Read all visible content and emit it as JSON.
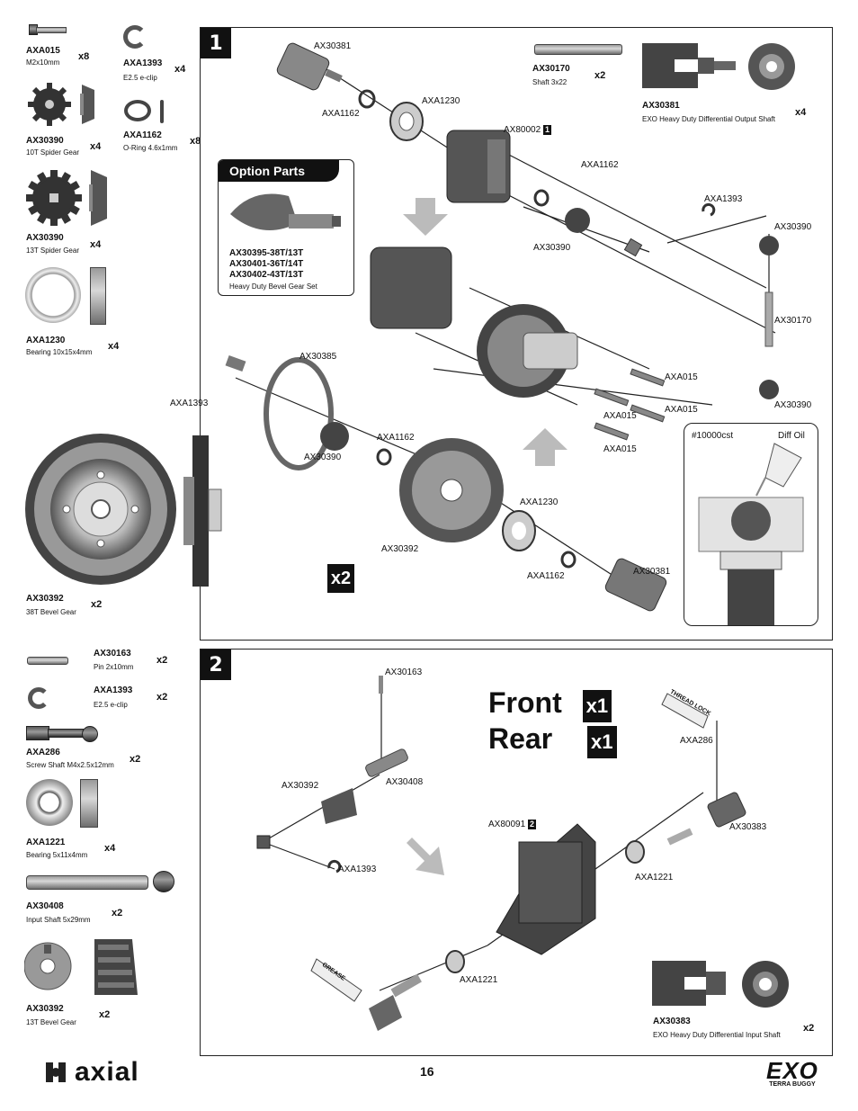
{
  "left_parts_top": [
    {
      "code": "AXA015",
      "desc": "M2x10mm",
      "qty": "x8"
    },
    {
      "code": "AXA1393",
      "desc": "E2.5 e-clip",
      "qty": "x4"
    },
    {
      "code": "AX30390",
      "desc": "10T Spider Gear",
      "qty": "x4"
    },
    {
      "code": "AXA1162",
      "desc": "O-Ring 4.6x1mm",
      "qty": "x8"
    },
    {
      "code": "AX30390",
      "desc": "13T Spider Gear",
      "qty": "x4"
    },
    {
      "code": "AXA1230",
      "desc": "Bearing 10x15x4mm",
      "qty": "x4"
    },
    {
      "code": "AX30392",
      "desc": "38T Bevel Gear",
      "qty": "x2"
    }
  ],
  "left_parts_bottom": [
    {
      "code": "AX30163",
      "desc": "Pin 2x10mm",
      "qty": "x2"
    },
    {
      "code": "AXA1393",
      "desc": "E2.5 e-clip",
      "qty": "x2"
    },
    {
      "code": "AXA286",
      "desc": "Screw Shaft M4x2.5x12mm",
      "qty": "x2"
    },
    {
      "code": "AXA1221",
      "desc": "Bearing 5x11x4mm",
      "qty": "x4"
    },
    {
      "code": "AX30408",
      "desc": "Input Shaft 5x29mm",
      "qty": "x2"
    },
    {
      "code": "AX30392",
      "desc": "13T Bevel Gear",
      "qty": "x2"
    }
  ],
  "step1": {
    "number": "1",
    "shaft": {
      "code": "AX30170",
      "desc": "Shaft 3x22",
      "qty": "x2"
    },
    "output": {
      "code": "AX30381",
      "desc": "EXO Heavy Duty Differential Output Shaft",
      "qty": "x4"
    },
    "option": {
      "title": "Option Parts",
      "lines": [
        "AX30395-38T/13T",
        "AX30401-36T/14T",
        "AX30402-43T/13T"
      ],
      "desc": "Heavy Duty Bevel Gear Set"
    },
    "labels": {
      "ax30381_a": "AX30381",
      "axa1162_a": "AXA1162",
      "axa1230_a": "AXA1230",
      "ax80002": "AX80002",
      "ax80002_badge": "1",
      "axa1162_b": "AXA1162",
      "axa1393_a": "AXA1393",
      "ax30390_a": "AX30390",
      "ax30390_b": "AX30390",
      "ax30170": "AX30170",
      "ax30385": "AX30385",
      "axa1393_b": "AXA1393",
      "axa015_a": "AXA015",
      "axa015_b": "AXA015",
      "axa015_c": "AXA015",
      "axa015_d": "AXA015",
      "ax30390_c": "AX30390",
      "ax30390_d": "AX30390",
      "axa1162_c": "AXA1162",
      "axa1230_b": "AXA1230",
      "ax30392": "AX30392",
      "axa1162_d": "AXA1162",
      "ax30381_b": "AX30381"
    },
    "multiplier": "x2",
    "inset": {
      "oil": "#10000cst",
      "label": "Diff Oil"
    }
  },
  "step2": {
    "number": "2",
    "front": "Front",
    "rear": "Rear",
    "front_qty": "x1",
    "rear_qty": "x1",
    "labels": {
      "ax30163": "AX30163",
      "ax30392": "AX30392",
      "ax30408": "AX30408",
      "axa1393": "AXA1393",
      "ax80091": "AX80091",
      "ax80091_badge": "2",
      "axa1221_a": "AXA1221",
      "axa1221_b": "AXA1221",
      "axa286": "AXA286",
      "ax30383": "AX30383",
      "threadlock": "THREAD LOCK",
      "grease": "GREASE"
    },
    "input": {
      "code": "AX30383",
      "desc": "EXO Heavy Duty Differential Input Shaft",
      "qty": "x2"
    }
  },
  "footer": {
    "page": "16",
    "brand": "axial",
    "model": "EXO",
    "model_sub": "TERRA BUGGY"
  }
}
